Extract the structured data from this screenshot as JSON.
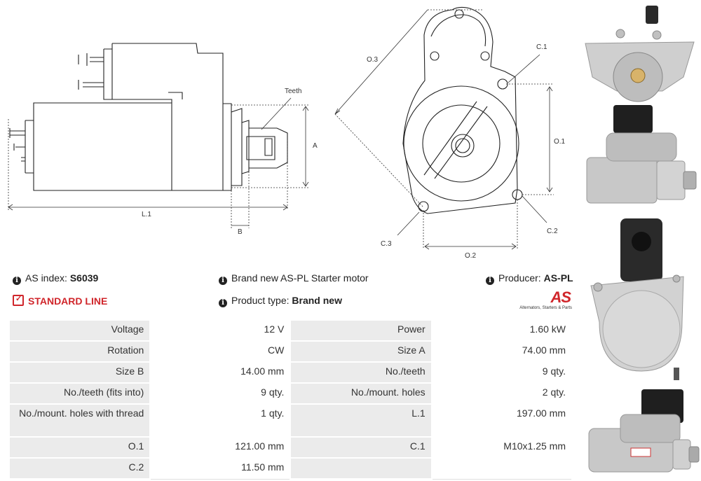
{
  "diagram": {
    "labels": {
      "teeth": "Teeth",
      "a": "A",
      "b": "B",
      "l1": "L.1",
      "o1": "O.1",
      "o2": "O.2",
      "o3": "O.3",
      "c1": "C.1",
      "c2": "C.2",
      "c3": "C.3"
    }
  },
  "info": {
    "as_index_label": "AS index:",
    "as_index_value": "S6039",
    "standard_line": "STANDARD LINE",
    "brand_new_text": "Brand new AS-PL Starter motor",
    "product_type_label": "Product type:",
    "product_type_value": "Brand new",
    "producer_label": "Producer:",
    "producer_value": "AS-PL"
  },
  "logo": {
    "mark": "AS",
    "tagline": "Alternators, Starters & Parts"
  },
  "specs": [
    {
      "l1": "Voltage",
      "v1": "12 V",
      "l2": "Power",
      "v2": "1.60 kW"
    },
    {
      "l1": "Rotation",
      "v1": "CW",
      "l2": "Size A",
      "v2": "74.00 mm"
    },
    {
      "l1": "Size B",
      "v1": "14.00 mm",
      "l2": "No./teeth",
      "v2": "9 qty."
    },
    {
      "l1": "No./teeth (fits into)",
      "v1": "9 qty.",
      "l2": "No./mount. holes",
      "v2": "2 qty."
    },
    {
      "l1": "No./mount. holes with thread",
      "v1": "1 qty.",
      "l2": "L.1",
      "v2": "197.00 mm"
    },
    {
      "l1": "O.1",
      "v1": "121.00 mm",
      "l2": "C.1",
      "v2": "M10x1.25 mm"
    },
    {
      "l1": "C.2",
      "v1": "11.50 mm",
      "l2": "",
      "v2": ""
    }
  ],
  "colors": {
    "accent_red": "#d0262b",
    "label_bg": "#ebebeb"
  },
  "photos": [
    "starter-front-view-photo",
    "starter-side-view-photo",
    "starter-rear-view-photo",
    "starter-top-view-photo"
  ]
}
